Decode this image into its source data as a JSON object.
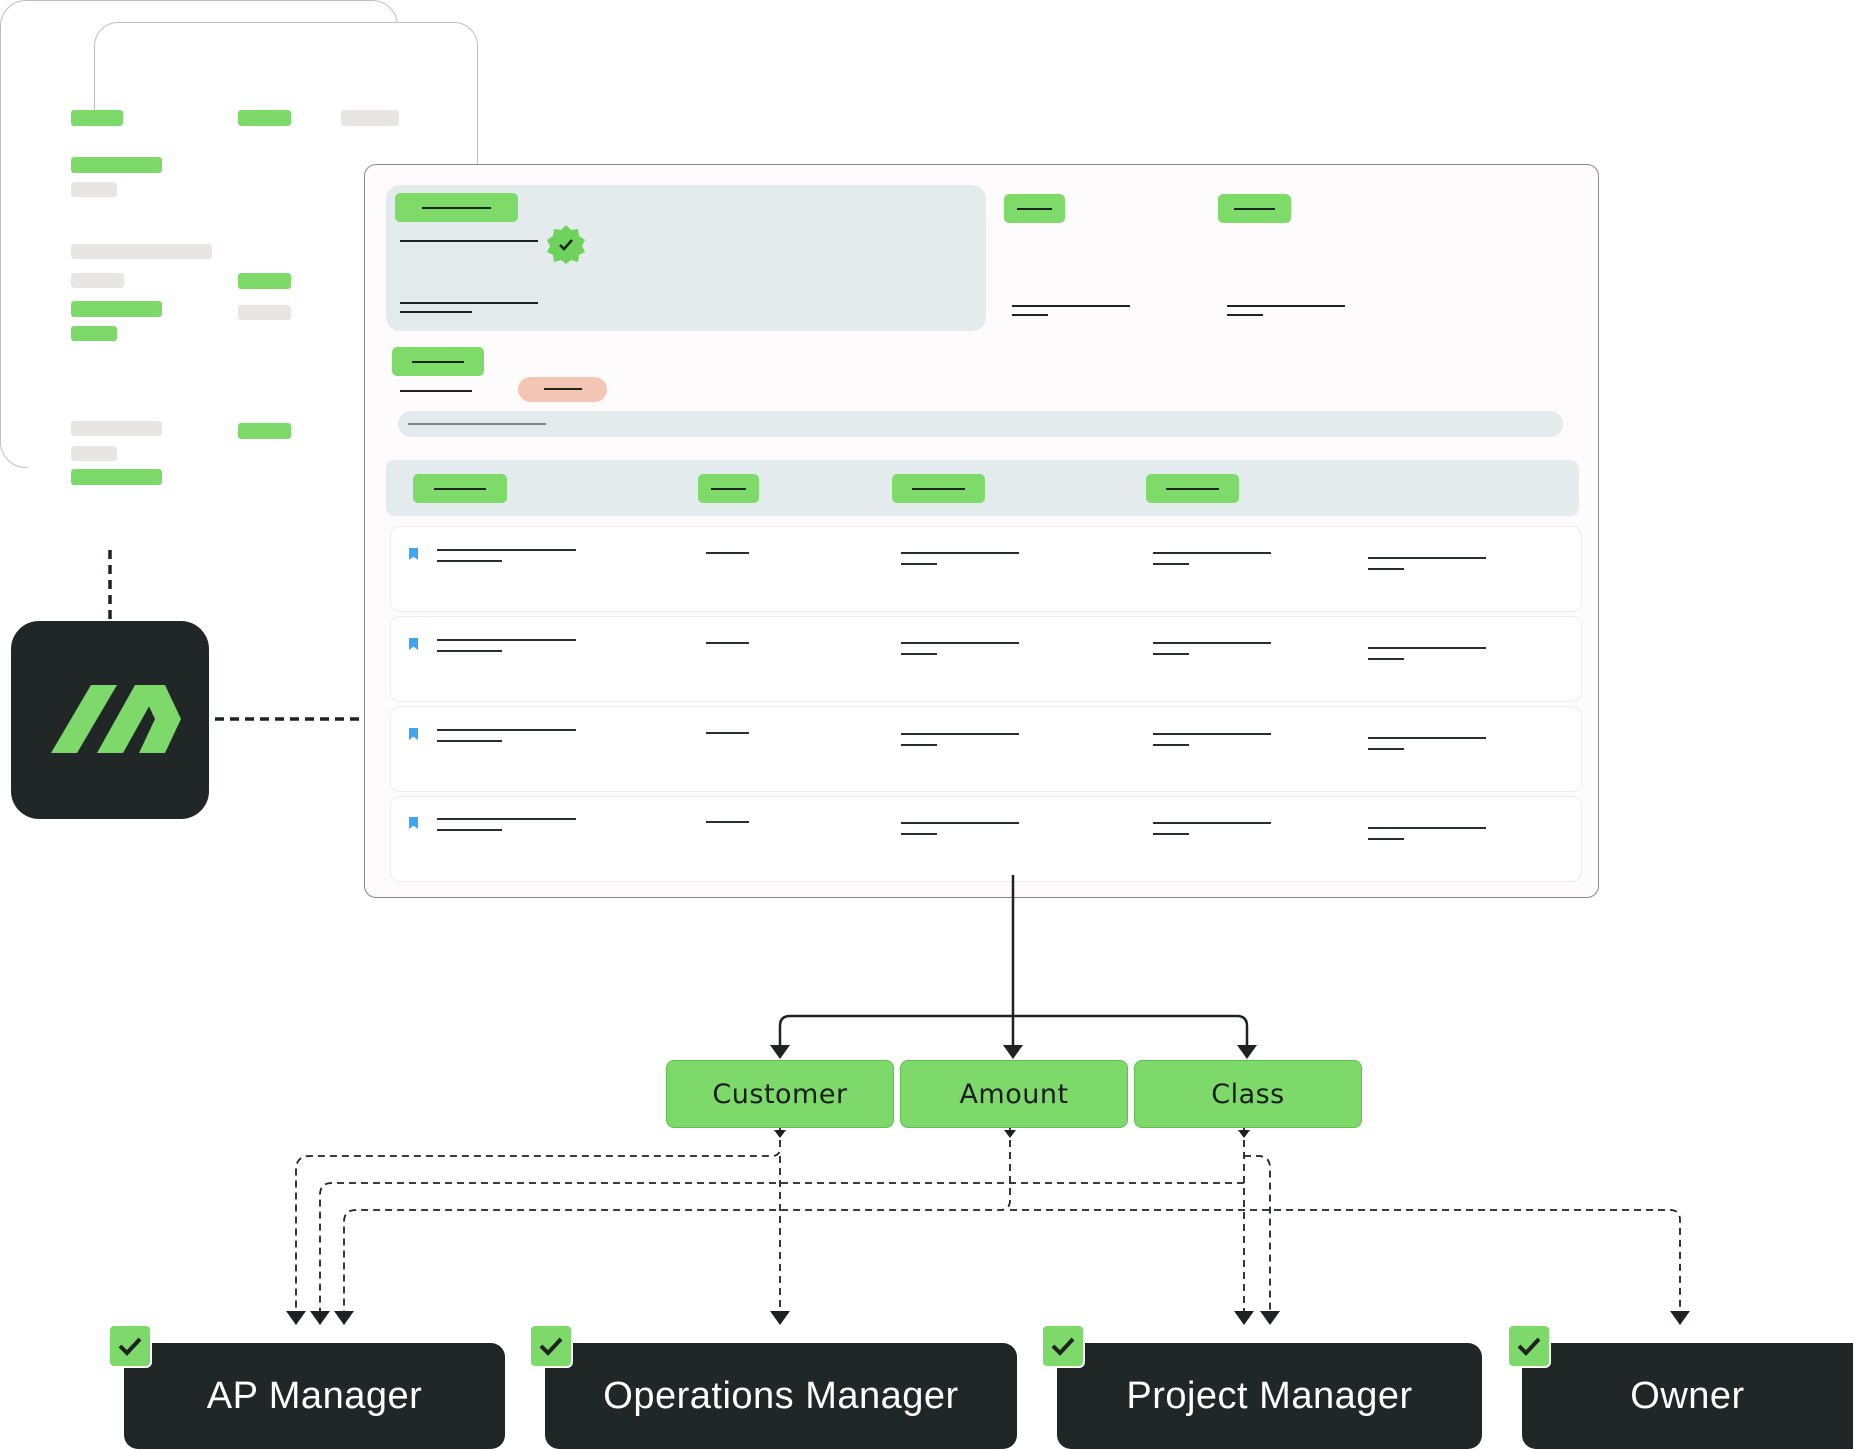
{
  "fields": [
    {
      "label": "Customer"
    },
    {
      "label": "Amount"
    },
    {
      "label": "Class"
    }
  ],
  "roles": [
    {
      "label": "AP Manager"
    },
    {
      "label": "Operations Manager"
    },
    {
      "label": "Project Manager"
    },
    {
      "label": "Owner"
    }
  ],
  "colors": {
    "accent": "#7cd96a",
    "dark": "#212626",
    "status_pill": "#f3c6b3",
    "bookmark": "#3da6f0"
  },
  "icons": [
    "m-logo-icon",
    "verified-badge-icon",
    "bookmark-icon",
    "checkmark-icon"
  ]
}
